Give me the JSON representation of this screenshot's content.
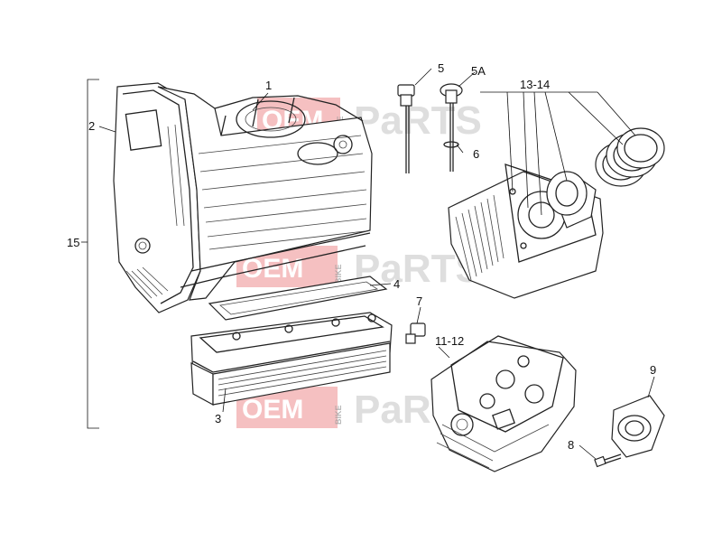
{
  "callouts": {
    "c1": "1",
    "c2": "2",
    "c3": "3",
    "c4": "4",
    "c5": "5",
    "c5a": "5A",
    "c6": "6",
    "c7": "7",
    "c8": "8",
    "c9": "9",
    "c11_12": "11-12",
    "c13_14": "13-14",
    "c15": "15"
  },
  "watermark": {
    "oem": "OEM",
    "bike": "BIKE",
    "parts": "PaRTS"
  },
  "colors": {
    "line": "#222222",
    "watermark_red": "#e8686c",
    "watermark_grey": "#c9c9c9"
  }
}
